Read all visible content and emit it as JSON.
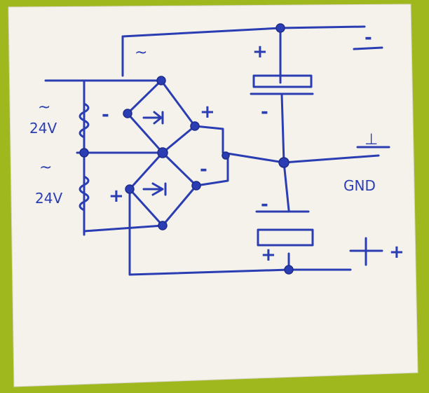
{
  "colors": {
    "background": "#9fb81e",
    "paper": "#f4f2ea",
    "ink": "#2b3db3"
  },
  "labels": {
    "ac_top_winding": "~",
    "ac_bottom_winding": "~",
    "ac_rectifier_input": "~",
    "voltage_top": "24V",
    "voltage_bottom": "24V",
    "winding_top_polarity": "-",
    "winding_bottom_polarity": "+",
    "bridge_top_plus": "+",
    "bridge_bottom_minus": "-",
    "cap_top_plus": "+",
    "cap_top_minus": "-",
    "cap_bottom_minus": "-",
    "cap_bottom_plus": "+",
    "output_top": "-",
    "output_gnd_symbol": "⊥",
    "output_gnd": "GND",
    "output_bottom": "+"
  }
}
